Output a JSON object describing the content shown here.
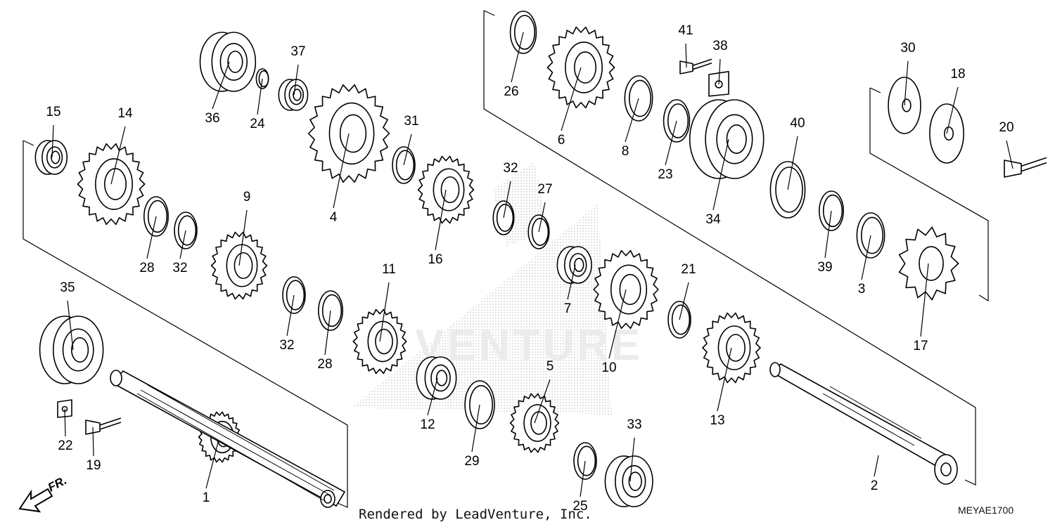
{
  "diagram": {
    "parts": [
      {
        "number": "1"
      },
      {
        "number": "2"
      },
      {
        "number": "3"
      },
      {
        "number": "4"
      },
      {
        "number": "5"
      },
      {
        "number": "6"
      },
      {
        "number": "7"
      },
      {
        "number": "8"
      },
      {
        "number": "9"
      },
      {
        "number": "10"
      },
      {
        "number": "11"
      },
      {
        "number": "12"
      },
      {
        "number": "13"
      },
      {
        "number": "14"
      },
      {
        "number": "15"
      },
      {
        "number": "16"
      },
      {
        "number": "17"
      },
      {
        "number": "18"
      },
      {
        "number": "19"
      },
      {
        "number": "20"
      },
      {
        "number": "21"
      },
      {
        "number": "22"
      },
      {
        "number": "23"
      },
      {
        "number": "24"
      },
      {
        "number": "25"
      },
      {
        "number": "26"
      },
      {
        "number": "27"
      },
      {
        "number": "28"
      },
      {
        "number": "28"
      },
      {
        "number": "29"
      },
      {
        "number": "30"
      },
      {
        "number": "31"
      },
      {
        "number": "32"
      },
      {
        "number": "32"
      },
      {
        "number": "32"
      },
      {
        "number": "33"
      },
      {
        "number": "34"
      },
      {
        "number": "35"
      },
      {
        "number": "36"
      },
      {
        "number": "37"
      },
      {
        "number": "38"
      },
      {
        "number": "39"
      },
      {
        "number": "40"
      },
      {
        "number": "41"
      }
    ],
    "direction_label": "FR.",
    "footer_text": "Rendered by LeadVenture, Inc.",
    "diagram_code": "MEYAE1700",
    "watermark": "VENTURE"
  }
}
